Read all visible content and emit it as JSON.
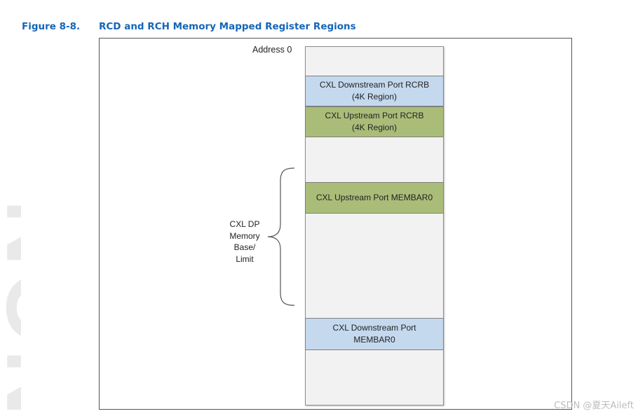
{
  "side_watermark": "NON-CO",
  "figure": {
    "label": "Figure 8-8.",
    "title": "RCD and RCH Memory Mapped Register Regions"
  },
  "diagram": {
    "address_label": "Address 0",
    "regions": {
      "downstream_rcrb": "CXL Downstream Port RCRB\n(4K Region)",
      "upstream_rcrb": "CXL Upstream Port RCRB\n(4K Region)",
      "upstream_membar0": "CXL Upstream Port MEMBAR0",
      "downstream_membar0": "CXL Downstream Port\nMEMBAR0"
    },
    "brace_label": "CXL DP\nMemory\nBase/\nLimit",
    "colors": {
      "downstream": "#c5d9ee",
      "upstream": "#a9bd79",
      "column": "#f2f2f2",
      "caption": "#1565b8"
    }
  },
  "credit": "CSDN @夏天Aileft"
}
